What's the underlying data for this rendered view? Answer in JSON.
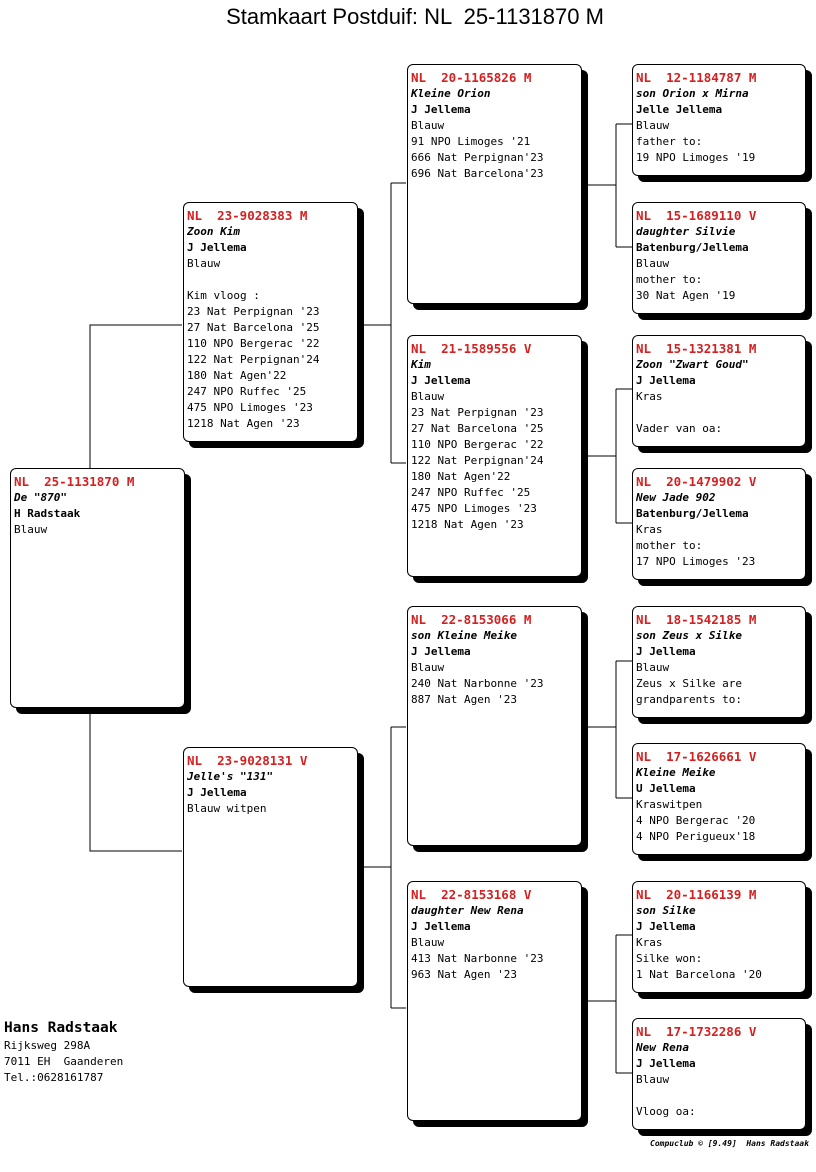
{
  "title": "Stamkaart Postduif: NL  25-1131870 M",
  "pigeons": [
    {
      "ring": "NL  25-1131870 M",
      "name": "De \"870\"",
      "breeder": "H Radstaak",
      "lines": [
        "Blauw"
      ]
    },
    {
      "ring": "NL  23-9028383 M",
      "name": "Zoon Kim",
      "breeder": "J Jellema",
      "lines": [
        "Blauw",
        "",
        "Kim vloog :",
        "23 Nat Perpignan '23",
        "27 Nat Barcelona '25",
        "110 NPO Bergerac '22",
        "122 Nat Perpignan'24",
        "180 Nat Agen'22",
        "247 NPO Ruffec '25",
        "475 NPO Limoges '23",
        "1218 Nat Agen '23"
      ]
    },
    {
      "ring": "NL  23-9028131 V",
      "name": "Jelle's \"131\"",
      "breeder": "J Jellema",
      "lines": [
        "Blauw witpen"
      ]
    },
    {
      "ring": "NL  20-1165826 M",
      "name": "Kleine Orion",
      "breeder": "J Jellema",
      "lines": [
        "Blauw",
        "91 NPO Limoges '21",
        "666 Nat Perpignan'23",
        "696 Nat Barcelona'23"
      ]
    },
    {
      "ring": "NL  21-1589556 V",
      "name": "Kim",
      "breeder": "J Jellema",
      "lines": [
        "Blauw",
        "23 Nat Perpignan '23",
        "27 Nat Barcelona '25",
        "110 NPO Bergerac '22",
        "122 Nat Perpignan'24",
        "180 Nat Agen'22",
        "247 NPO Ruffec '25",
        "475 NPO Limoges '23",
        "1218 Nat Agen '23"
      ]
    },
    {
      "ring": "NL  22-8153066 M",
      "name": "son Kleine Meike",
      "breeder": "J Jellema",
      "lines": [
        "Blauw",
        "240 Nat Narbonne '23",
        "887 Nat Agen '23"
      ]
    },
    {
      "ring": "NL  22-8153168 V",
      "name": "daughter New Rena",
      "breeder": "J Jellema",
      "lines": [
        "Blauw",
        "413 Nat Narbonne '23",
        "963 Nat Agen '23"
      ]
    },
    {
      "ring": "NL  12-1184787 M",
      "name": "son Orion x Mirna",
      "breeder": "Jelle Jellema",
      "lines": [
        "Blauw",
        "father to:",
        "19 NPO Limoges '19"
      ]
    },
    {
      "ring": "NL  15-1689110 V",
      "name": "daughter Silvie",
      "breeder": "Batenburg/Jellema",
      "lines": [
        "Blauw",
        "mother to:",
        "30 Nat Agen '19"
      ]
    },
    {
      "ring": "NL  15-1321381 M",
      "name": "Zoon \"Zwart Goud\"",
      "breeder": "J Jellema",
      "lines": [
        "Kras",
        "",
        "Vader van oa:"
      ]
    },
    {
      "ring": "NL  20-1479902 V",
      "name": "New Jade 902",
      "breeder": "Batenburg/Jellema",
      "lines": [
        "Kras",
        "mother to:",
        "17 NPO Limoges '23"
      ]
    },
    {
      "ring": "NL  18-1542185 M",
      "name": "son Zeus x Silke",
      "breeder": "J Jellema",
      "lines": [
        "Blauw",
        "Zeus x Silke are",
        "grandparents to:"
      ]
    },
    {
      "ring": "NL  17-1626661 V",
      "name": "Kleine Meike",
      "breeder": "U Jellema",
      "lines": [
        "Kraswitpen",
        "4 NPO Bergerac '20",
        "4 NPO Perigueux'18"
      ]
    },
    {
      "ring": "NL  20-1166139 M",
      "name": "son Silke",
      "breeder": "J Jellema",
      "lines": [
        "Kras",
        "Silke won:",
        "1 Nat Barcelona '20"
      ]
    },
    {
      "ring": "NL  17-1732286 V",
      "name": "New Rena",
      "breeder": "J Jellema",
      "lines": [
        "Blauw",
        "",
        "Vloog oa:"
      ]
    }
  ],
  "owner": {
    "name": "Hans Radstaak",
    "address": "Rijksweg 298A",
    "city": "7011 EH  Gaanderen",
    "phone": "Tel.:0628161787"
  },
  "footer": "Compuclub © [9.49]  Hans Radstaak",
  "colors": {
    "ring": "#d42020",
    "shadow": "#000000",
    "border": "#000000"
  }
}
